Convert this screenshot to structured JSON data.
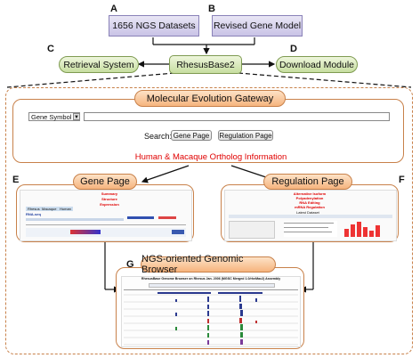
{
  "top": {
    "datasets_label": "1656 NGS Datasets",
    "gene_model_label": "Revised Gene Model",
    "retrieval_label": "Retrieval System",
    "rhesusbase_label": "RhesusBase2",
    "download_label": "Download Module"
  },
  "letters": {
    "a": "A",
    "b": "B",
    "c": "C",
    "d": "D",
    "e": "E",
    "f": "F",
    "g": "G"
  },
  "gateway": {
    "title": "Molecular Evolution Gateway",
    "select_value": "Gene Symbol",
    "search_label": "Search:",
    "gene_page_button": "Gene Page",
    "regulation_page_button": "Regulation Page",
    "ortholog_info": "Human & Macaque Ortholog Information"
  },
  "gene_page": {
    "title": "Gene Page",
    "links": [
      "Summary",
      "Structure",
      "Expression"
    ],
    "tabs": [
      "Rhesus",
      "Macaque",
      "Human"
    ],
    "gene_name": "RNA-seq"
  },
  "regulation_page": {
    "title": "Regulation Page",
    "links": [
      "Alternative Isoform",
      "Polyadenylation",
      "RNA Editing",
      "mRNA Regulation"
    ],
    "section_header": "Latest Dataset"
  },
  "browser": {
    "title": "NGS-oriented Genomic Browser",
    "caption": "RhesusBase Genome Browser on Rhesus Jan. 2006 (MGSC Merged 1.0/rheMac2) Assembly"
  },
  "colors": {
    "orange_border": "#c8814a",
    "orange_fill": "#f6b47e",
    "green_fill": "#c7dea0",
    "purple_fill": "#c9c3e6",
    "red_text": "#e00000"
  }
}
